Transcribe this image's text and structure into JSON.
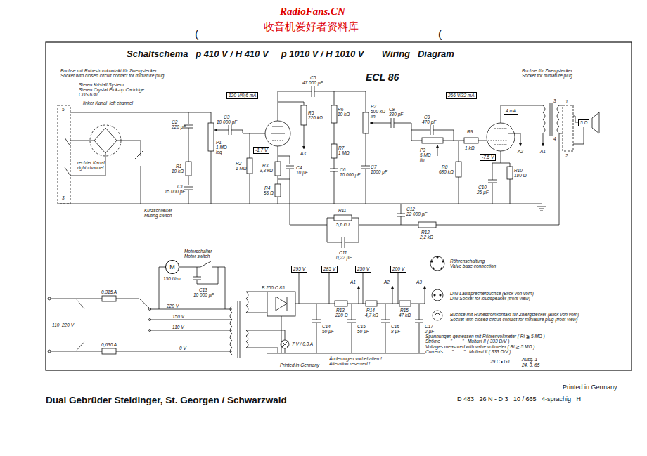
{
  "diagram": {
    "title": "Schaltschema   p 410 V / H 410 V     p 1010 V / H 1010 V       Wiring   Diagram",
    "nodes": [
      {
        "text": [
          "120 V/0,6 mA"
        ]
      },
      {
        "text": [
          "-1,7 V"
        ]
      },
      {
        "text": [
          "266 V/32 mA"
        ]
      },
      {
        "text": [
          "4 mA"
        ]
      },
      {
        "text": [
          "-7,5 V"
        ]
      },
      {
        "text": [
          "M"
        ]
      },
      {
        "text": [
          "295 V"
        ]
      },
      {
        "text": [
          "285 V"
        ]
      },
      {
        "text": [
          "250 V"
        ]
      },
      {
        "text": [
          "200 V"
        ]
      },
      {
        "text": [
          "5 Ω"
        ]
      }
    ],
    "labels": [
      "RadioFans.CN",
      "收音机爱好者资料库",
      "(",
      "(",
      "Buchse mit Ruhestromkontakt für Zwergstecker",
      "Socket with closed circuit contact for miniature plug",
      "Stereo Kristall System",
      "Stereo Crystal Pick-up Cartridge",
      "CDS 630",
      "linker Kanal  left channel",
      "rechter Kanal",
      "right channel",
      "Kurzschließer",
      "Muting switch",
      "5",
      "3",
      "ECL 86",
      "C2",
      "220 pF",
      "C3",
      "10 000 pF",
      "P1",
      "1 MΩ",
      "log",
      "R1",
      "10 kΩ",
      "C1",
      "15 000 pF",
      "R2",
      "1 MΩ",
      "R3",
      "3,3 kΩ",
      "C4",
      "10 µF",
      "R4",
      "56 Ω",
      "C5",
      "47 000 pF",
      "R5",
      "220 kΩ",
      "A3",
      "R6",
      "10 kΩ",
      "R7",
      "1 MΩ",
      "C6",
      "10 000 pF",
      "P2",
      "500 kΩ",
      "lin",
      "C7",
      "1000 pF",
      "C8",
      "330 pF",
      "C9",
      "470 pF",
      "P3",
      "5 MΩ",
      "lin",
      "R9",
      "1 kΩ",
      "R8",
      "680 kΩ",
      "C10",
      "25 µF",
      "R10",
      "180 Ω",
      "A2",
      "A1",
      "Buchse für Zwergstecker",
      "Socket for miniature plug",
      "3",
      "4",
      "1",
      "2",
      "R11",
      "5,6 kΩ",
      "C11",
      "0,22 µF",
      "C12",
      "22 000 pF",
      "R12",
      "2,2 kΩ",
      "Motorschalter",
      "Motor switch",
      "150 U/m",
      "C13",
      "10 000 pF",
      "0,315 A",
      "0,630 A",
      "220 V",
      "150 V",
      "110 V",
      "0 V",
      "110  220 V~",
      "B 250 C 85",
      "7 V / 0,3 A",
      "A1",
      "A2",
      "A3",
      "R13",
      "220 Ω",
      "R14",
      "4,7 kΩ",
      "R15",
      "47 kΩ",
      "C14",
      "50 µF",
      "C15",
      "50 µF",
      "C16",
      "8 µF",
      "C17",
      "2 µF",
      "Röhrenschaltung",
      "Valve base connection",
      "DIN-Lautsprecherbuchse (Blick von vorn)",
      "DIN-Socket for loudspeaker (front view)",
      "Buchse mit Ruhestromkontakt für Zwergstecker (Blick von vorn)",
      "Socket with closed circuit contact for miniature plug (front view)",
      "Spannungen gemessen mit Röhrenvoltmeter ( Ri ≧ 5 MΩ )",
      "Ströme        \"        \"   Multavi II ( 333 Ω/V )",
      "Voltages measured with valve voltmeter ( Ri ≧ 5 MΩ )",
      "Currents       \"        \"   Multavi II ( 333 Ω/V )",
      "Änderungen vorbehalten !",
      "Alteration reserved !",
      "Printed in Germany",
      "29 C • G1",
      "Ausg. 1",
      "24. 3. 65",
      "Dual Gebrüder Steidinger, St. Georgen / Schwarzwald",
      "Printed in Germany",
      "D 483   26 N - D 3   10 / 665   4-sprachig   H"
    ]
  }
}
